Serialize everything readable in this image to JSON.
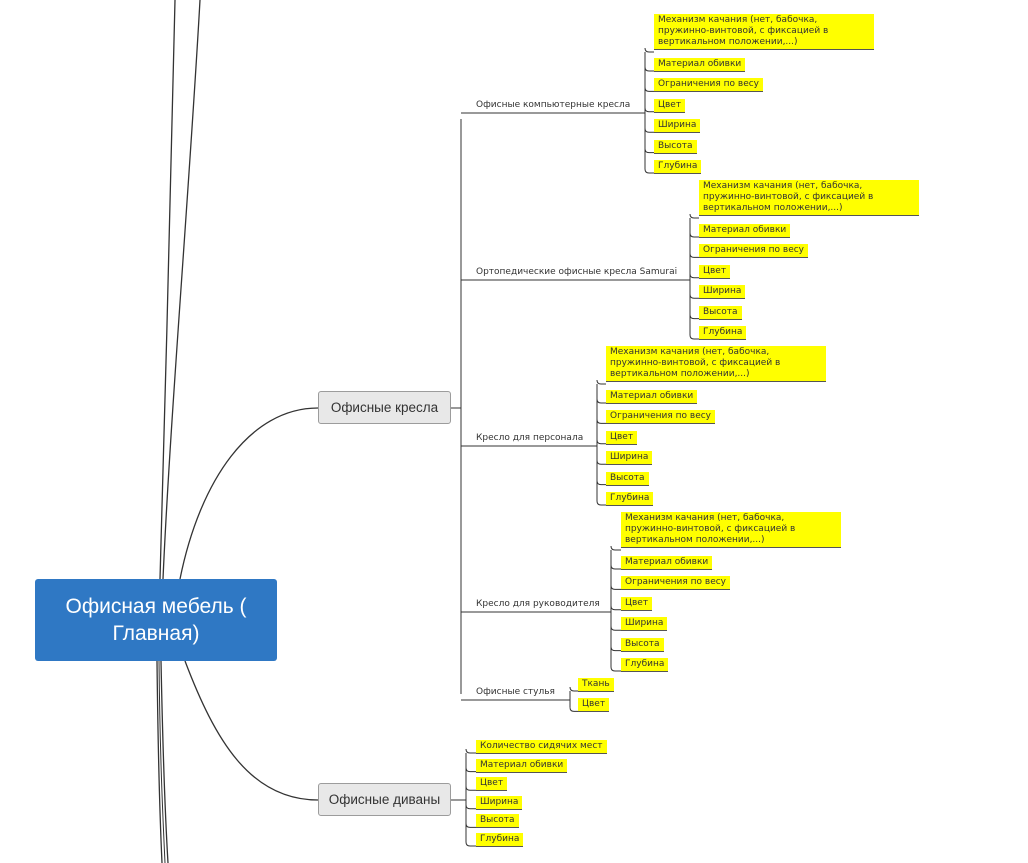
{
  "root": {
    "label": "Офисная мебель (\nГлавная)"
  },
  "main_nodes": [
    {
      "label": "Офисные кресла"
    },
    {
      "label": "Офисные диваны"
    }
  ],
  "chairs": [
    {
      "label": "Офисные компьютерные кресла",
      "items": [
        "Механизм качания  (нет, бабочка, пружинно-винтовой, с фиксацией в вертикальном положении,...)",
        "Материал обивки",
        "Ограничения по весу",
        "Цвет",
        "Ширина",
        "Высота",
        "Глубина"
      ]
    },
    {
      "label": "Ортопедические офисные кресла Samurai",
      "items": [
        "Механизм качания  (нет, бабочка, пружинно-винтовой, с фиксацией в вертикальном положении,...)",
        "Материал обивки",
        "Ограничения по весу",
        "Цвет",
        "Ширина",
        "Высота",
        "Глубина"
      ]
    },
    {
      "label": "Кресло для персонала",
      "items": [
        "Механизм качания  (нет, бабочка, пружинно-винтовой, с фиксацией в вертикальном положении,...)",
        "Материал обивки",
        "Ограничения по весу",
        "Цвет",
        "Ширина",
        "Высота",
        "Глубина"
      ]
    },
    {
      "label": "Кресло для руководителя",
      "items": [
        "Механизм качания  (нет, бабочка, пружинно-винтовой, с фиксацией в вертикальном положении,...)",
        "Материал обивки",
        "Ограничения по весу",
        "Цвет",
        "Ширина",
        "Высота",
        "Глубина"
      ]
    },
    {
      "label": "Офисные стулья",
      "items": [
        "Ткань",
        "Цвет"
      ]
    }
  ],
  "sofas": {
    "items": [
      "Количество сидячих мест",
      "Материал обивки",
      "Цвет",
      "Ширина",
      "Высота",
      "Глубина"
    ]
  },
  "colors": {
    "root_fill": "#2f78c4",
    "leaf_highlight": "#ffff00",
    "line": "#333333"
  }
}
